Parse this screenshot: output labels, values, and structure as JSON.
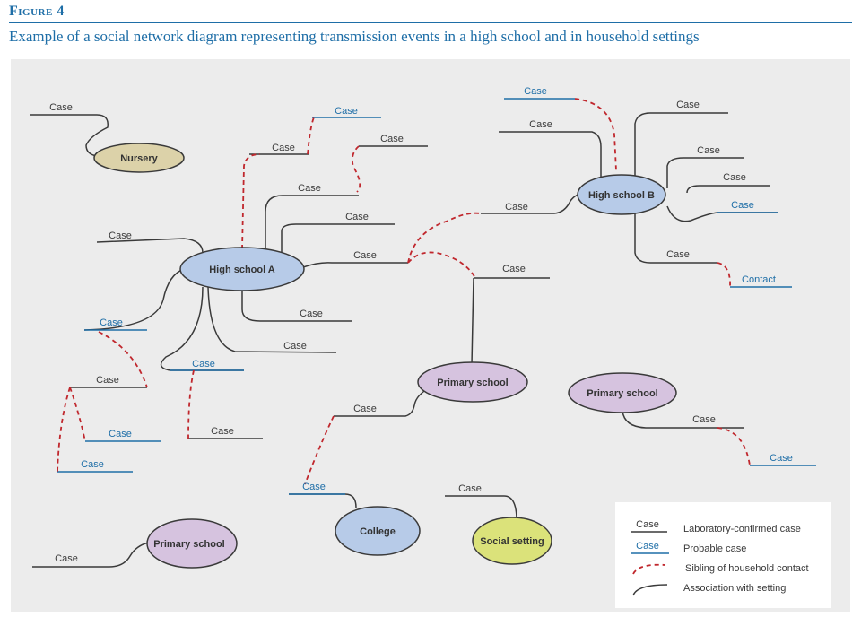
{
  "header": {
    "figure_label": "Figure 4",
    "title": "Example of a social network diagram representing transmission events in a high school and in household settings"
  },
  "colors": {
    "confirmed_line": "#3a3a3a",
    "probable_line": "#1e6ea7",
    "dashed_red": "#c0272d",
    "panel": "#ececec",
    "high_school": "#b7cbe8",
    "primary_school": "#d6c3df",
    "nursery": "#dcd2a9",
    "social_setting": "#dbe27a",
    "college": "#b7cbe8"
  },
  "nodes": {
    "nursery": "Nursery",
    "high_school_a": "High school A",
    "high_school_b": "High school B",
    "primary_school_center": "Primary school",
    "primary_school_right": "Primary school",
    "primary_school_bottom": "Primary school",
    "college": "College",
    "social_setting": "Social setting"
  },
  "case_labels": {
    "case": "Case",
    "contact": "Contact"
  },
  "legend": {
    "confirmed_sample": "Case",
    "confirmed_text": "Laboratory-confirmed case",
    "probable_sample": "Case",
    "probable_text": "Probable case",
    "sibling_text": "Sibling of household contact",
    "association_text": "Association with setting"
  }
}
